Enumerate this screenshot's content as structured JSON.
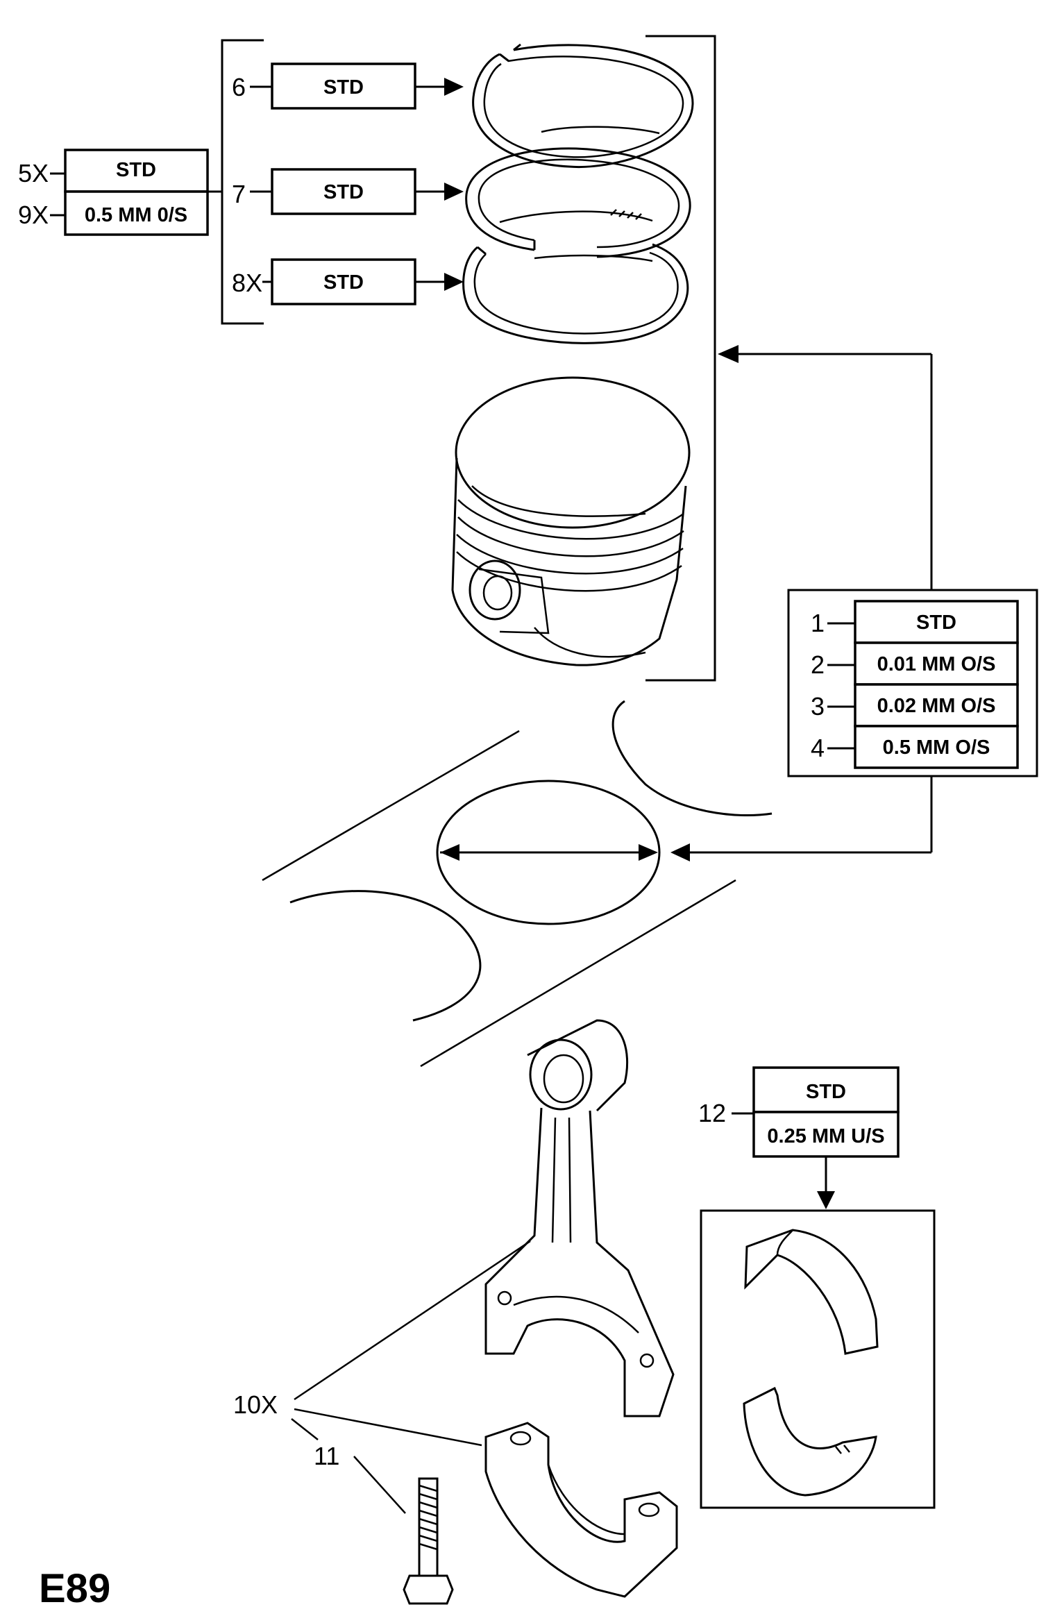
{
  "diagram_code": "E89",
  "parts": [
    {
      "ref": "1",
      "spec": "STD"
    },
    {
      "ref": "2",
      "spec": "0.01 MM O/S"
    },
    {
      "ref": "3",
      "spec": "0.02 MM O/S"
    },
    {
      "ref": "4",
      "spec": "0.5 MM O/S"
    },
    {
      "ref": "5X",
      "spec": "STD"
    },
    {
      "ref": "6",
      "spec": "STD"
    },
    {
      "ref": "7",
      "spec": "STD"
    },
    {
      "ref": "8X",
      "spec": "STD"
    },
    {
      "ref": "9X",
      "spec": "0.5 MM 0/S"
    },
    {
      "ref": "10X",
      "spec": ""
    },
    {
      "ref": "11",
      "spec": ""
    },
    {
      "ref": "12",
      "spec": "STD"
    },
    {
      "ref": "12",
      "spec": "0.25 MM U/S"
    }
  ]
}
